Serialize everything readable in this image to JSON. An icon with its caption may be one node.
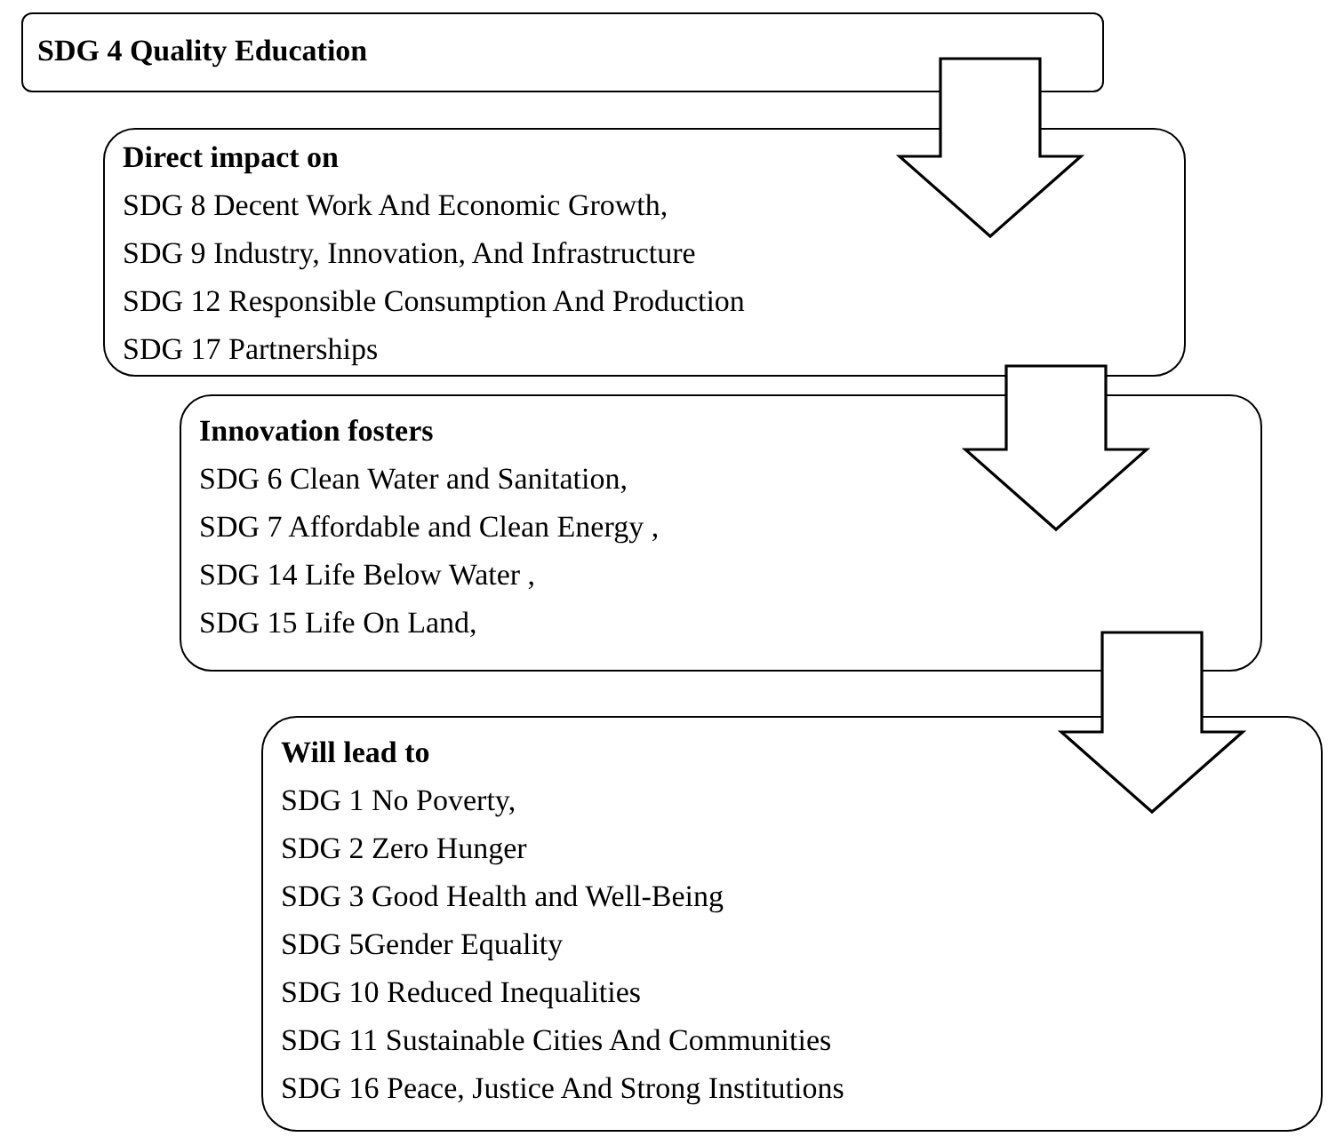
{
  "diagram": {
    "nodes": [
      {
        "text": [
          "SDG 4 Quality Education"
        ]
      },
      {
        "text": [
          "Direct impact on",
          "SDG 8 Decent Work And Economic Growth,",
          "SDG 9 Industry, Innovation, And Infrastructure",
          "SDG 12 Responsible Consumption And Production",
          "SDG 17 Partnerships"
        ]
      },
      {
        "text": [
          "Innovation fosters",
          "SDG 6 Clean Water and Sanitation,",
          "SDG 7 Affordable and Clean Energy ,",
          "SDG 14 Life Below Water ,",
          "SDG 15 Life On Land,"
        ]
      },
      {
        "text": [
          "Will lead to",
          "SDG 1 No Poverty,",
          "SDG 2 Zero Hunger",
          "SDG 3 Good Health and Well-Being",
          "SDG 5Gender Equality",
          "SDG 10 Reduced Inequalities",
          "SDG 11 Sustainable Cities And Communities",
          "SDG 16 Peace, Justice And Strong Institutions"
        ]
      }
    ],
    "edges": [
      {
        "from": 0,
        "to": 1,
        "arrow": "to"
      },
      {
        "from": 1,
        "to": 2,
        "arrow": "to"
      },
      {
        "from": 2,
        "to": 3,
        "arrow": "to"
      }
    ]
  }
}
